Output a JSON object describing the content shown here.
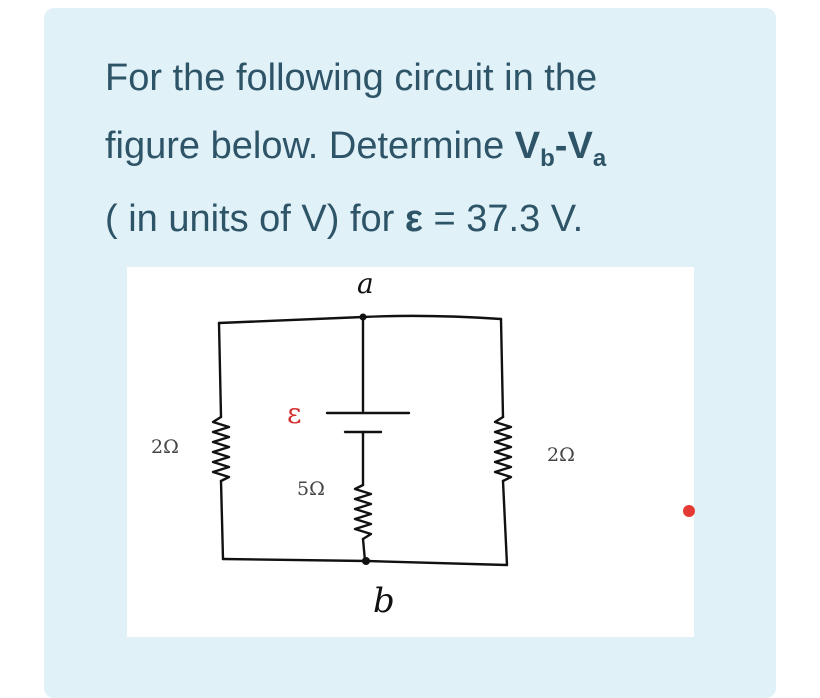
{
  "question": {
    "line1": "For the following circuit in the",
    "line2_prefix": "figure below. Determine ",
    "v_label": "V",
    "sub_b": "b",
    "dash": "-",
    "sub_a": "a",
    "line3_prefix": "( in units of V)  for ",
    "emf_symbol": "ε",
    "line3_suffix": " = 37.3 V."
  },
  "circuit": {
    "node_top": "a",
    "node_bottom": "b",
    "emf_label": "ε",
    "left_resistor": "2Ω",
    "middle_resistor": "5Ω",
    "right_resistor": "2Ω"
  },
  "colors": {
    "card_background": "#e1f1f8",
    "text": "#2e5468",
    "wire": "#111111",
    "resistor_label": "#444444",
    "emf_label": "#d32f2f",
    "marker": "#e53935"
  }
}
